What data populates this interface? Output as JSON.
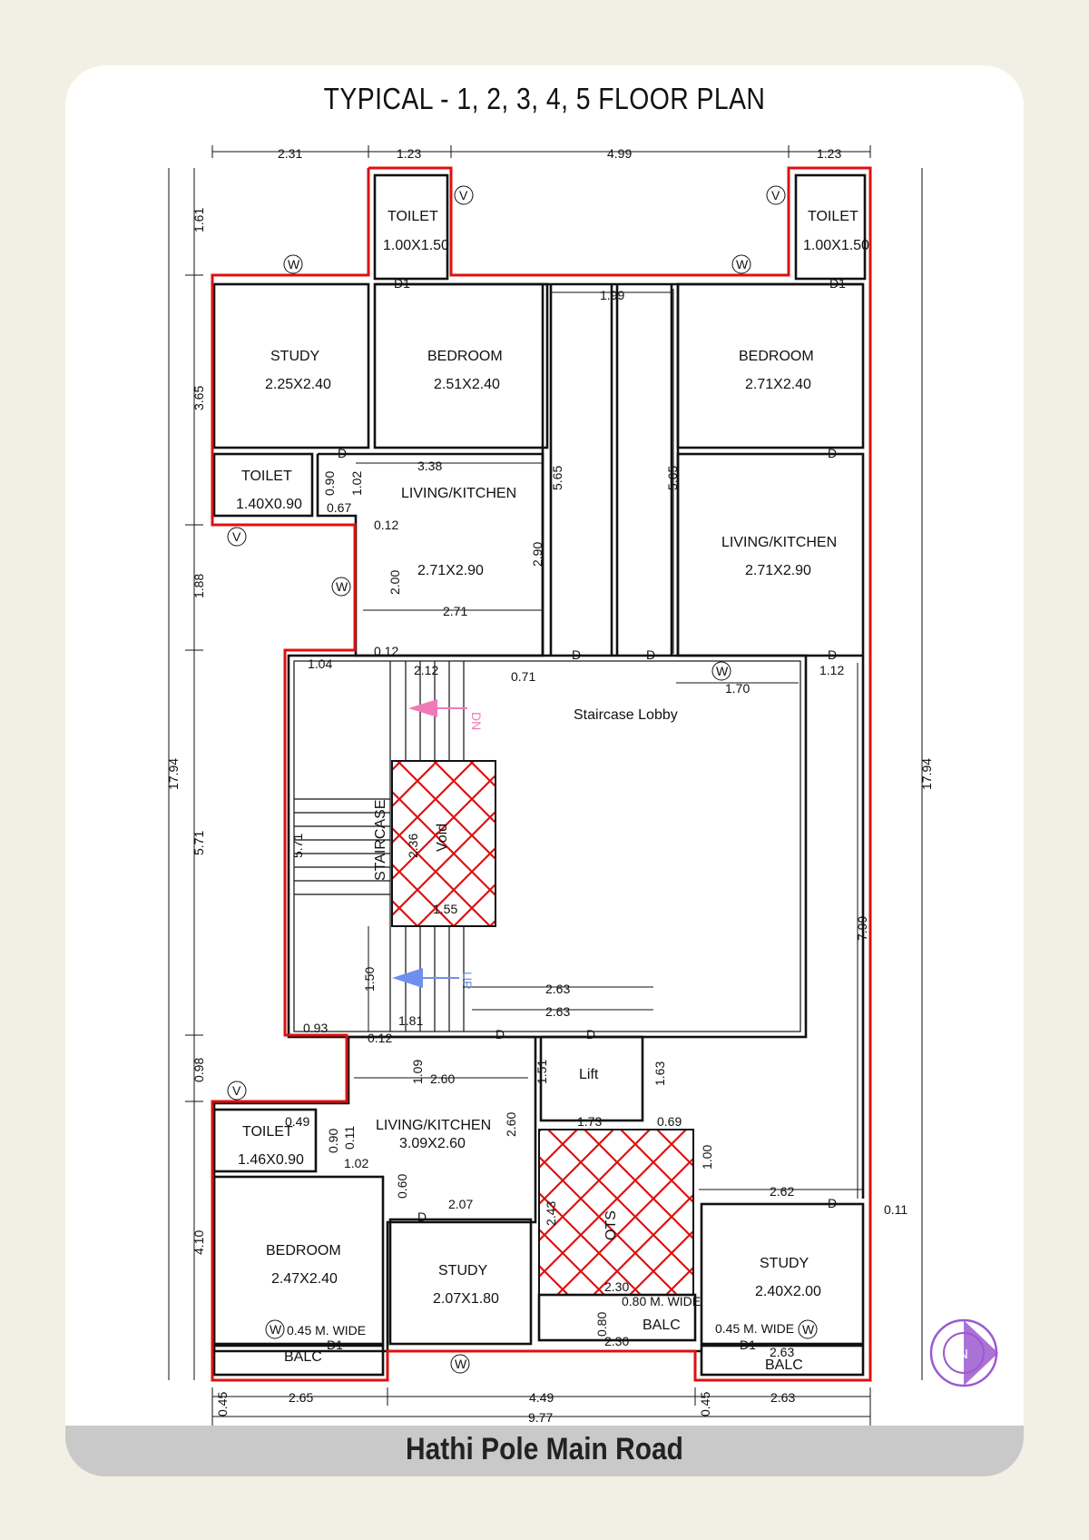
{
  "title": "TYPICAL - 1, 2, 3, 4, 5 FLOOR PLAN",
  "road": "Hathi Pole Main Road",
  "colors": {
    "boundary": "#e01010",
    "hatch": "#e01010",
    "down_arrow": "#f07ab8",
    "up_arrow": "#6f8ff0",
    "north_symbol": "#9b59d0",
    "road_band": "#c9c9c9",
    "frame": "#f2efe4"
  },
  "rooms": {
    "toilet_tl": {
      "name": "TOILET",
      "size": "1.00X1.50"
    },
    "toilet_tr": {
      "name": "TOILET",
      "size": "1.00X1.50"
    },
    "study_tl": {
      "name": "STUDY",
      "size": "2.25X2.40"
    },
    "bedroom_tc": {
      "name": "BEDROOM",
      "size": "2.51X2.40"
    },
    "bedroom_tr": {
      "name": "BEDROOM",
      "size": "2.71X2.40"
    },
    "toilet_ml": {
      "name": "TOILET",
      "size": "1.40X0.90"
    },
    "living_tl": {
      "name": "LIVING/KITCHEN",
      "size": "2.71X2.90"
    },
    "living_tr": {
      "name": "LIVING/KITCHEN",
      "size": "2.71X2.90"
    },
    "lobby": {
      "name": "Staircase Lobby"
    },
    "staircase": {
      "name": "STAIRCASE"
    },
    "void": {
      "name": "Void"
    },
    "lift": {
      "name": "Lift"
    },
    "ots": {
      "name": "OTS"
    },
    "toilet_bl": {
      "name": "TOILET",
      "size": "1.46X0.90"
    },
    "living_bl": {
      "name": "LIVING/KITCHEN",
      "size": "3.09X2.60"
    },
    "bedroom_bl": {
      "name": "BEDROOM",
      "size": "2.47X2.40"
    },
    "study_bc": {
      "name": "STUDY",
      "size": "2.07X1.80"
    },
    "study_br": {
      "name": "STUDY",
      "size": "2.40X2.00"
    },
    "balc_bl": {
      "name": "BALC"
    },
    "balc_bc": {
      "name": "BALC"
    },
    "balc_br": {
      "name": "BALC"
    }
  },
  "notes": {
    "wide_1": "0.45 M. WIDE",
    "wide_2": "0.80 M. WIDE",
    "wide_3": "0.45 M. WIDE",
    "dn": "DN",
    "up": "UP"
  },
  "markers": {
    "v": "V",
    "w": "W",
    "d": "D",
    "d1": "D1"
  },
  "dims": {
    "top_1": "2.31",
    "top_2": "1.23",
    "top_3": "4.99",
    "top_4": "1.23",
    "left_1": "1.61",
    "left_2": "3.65",
    "left_3": "1.88",
    "left_4": "5.71",
    "left_5": "0.98",
    "left_6": "4.10",
    "total_v": "17.94",
    "total_v_right": "17.94",
    "bot_1": "0.45",
    "bot_2": "2.65",
    "bot_3": "4.49",
    "bot_4": "0.45",
    "bot_5": "2.63",
    "total_h": "9.77",
    "d_199": "1.99",
    "d_338": "3.38",
    "d_565a": "5.65",
    "d_565b": "5.65",
    "d_090a": "0.90",
    "d_102a": "1.02",
    "d_067": "0.67",
    "d_012a": "0.12",
    "d_200": "2.00",
    "d_290": "2.90",
    "d_271": "2.71",
    "d_012b": "0.12",
    "d_104": "1.04",
    "d_212": "2.12",
    "d_071": "0.71",
    "d_170": "1.70",
    "d_112": "1.12",
    "d_571": "5.71",
    "d_236": "2.36",
    "d_155": "1.55",
    "d_150": "1.50",
    "d_263a": "2.63",
    "d_263b": "2.63",
    "d_181": "1.81",
    "d_093": "0.93",
    "d_012c": "0.12",
    "d_799": "7.99",
    "d_109": "1.09",
    "d_260a": "2.60",
    "d_260b": "2.60",
    "d_151": "1.51",
    "d_163": "1.63",
    "d_049": "0.49",
    "d_090b": "0.90",
    "d_011a": "0.11",
    "d_173": "1.73",
    "d_069": "0.69",
    "d_102b": "1.02",
    "d_060": "0.60",
    "d_207": "2.07",
    "d_100": "1.00",
    "d_262": "2.62",
    "d_011b": "0.11",
    "d_243": "2.43",
    "d_230a": "2.30",
    "d_080": "0.80",
    "d_230b": "2.30",
    "d_263c": "2.63"
  }
}
